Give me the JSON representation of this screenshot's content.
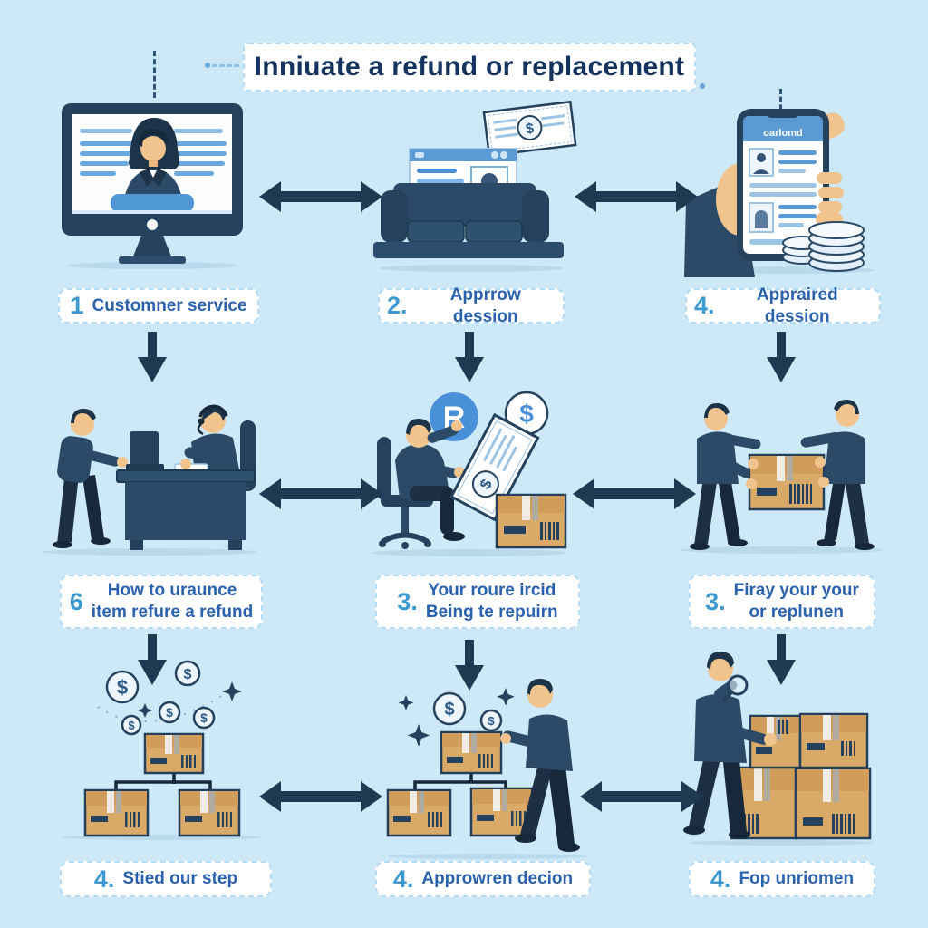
{
  "title": "Inniuate a refund or replacement",
  "steps": [
    {
      "number": "1",
      "lines": [
        "Customner service",
        ""
      ]
    },
    {
      "number": "2.",
      "lines": [
        "Apprrow dession",
        ""
      ]
    },
    {
      "number": "4.",
      "lines": [
        "Appraired dession",
        ""
      ]
    },
    {
      "number": "6",
      "lines": [
        "How to uraunce",
        "item refure a refund"
      ]
    },
    {
      "number": "3.",
      "lines": [
        "Your roure ircid",
        "Being te repuirn"
      ]
    },
    {
      "number": "3.",
      "lines": [
        "Firay your your",
        "or replunen"
      ]
    },
    {
      "number": "4.",
      "lines": [
        "Stied our step",
        ""
      ]
    },
    {
      "number": "4.",
      "lines": [
        "Approwren decion",
        ""
      ]
    },
    {
      "number": "4.",
      "lines": [
        "Fop unriomen",
        ""
      ]
    }
  ],
  "phone": {
    "header": "oarlomd"
  },
  "glyphs": {
    "dollar": "$",
    "r_badge": "R"
  },
  "colors": {
    "background": "#cde9f8",
    "arrow_navy": "#1d3a52",
    "suit_navy": "#2a4a68",
    "accent_blue": "#4a90d9",
    "label_text": "#2b62ae",
    "label_number": "#3d9ad1",
    "cardboard": "#d9a968",
    "skin": "#f2c48d",
    "title_text": "#14335e"
  }
}
